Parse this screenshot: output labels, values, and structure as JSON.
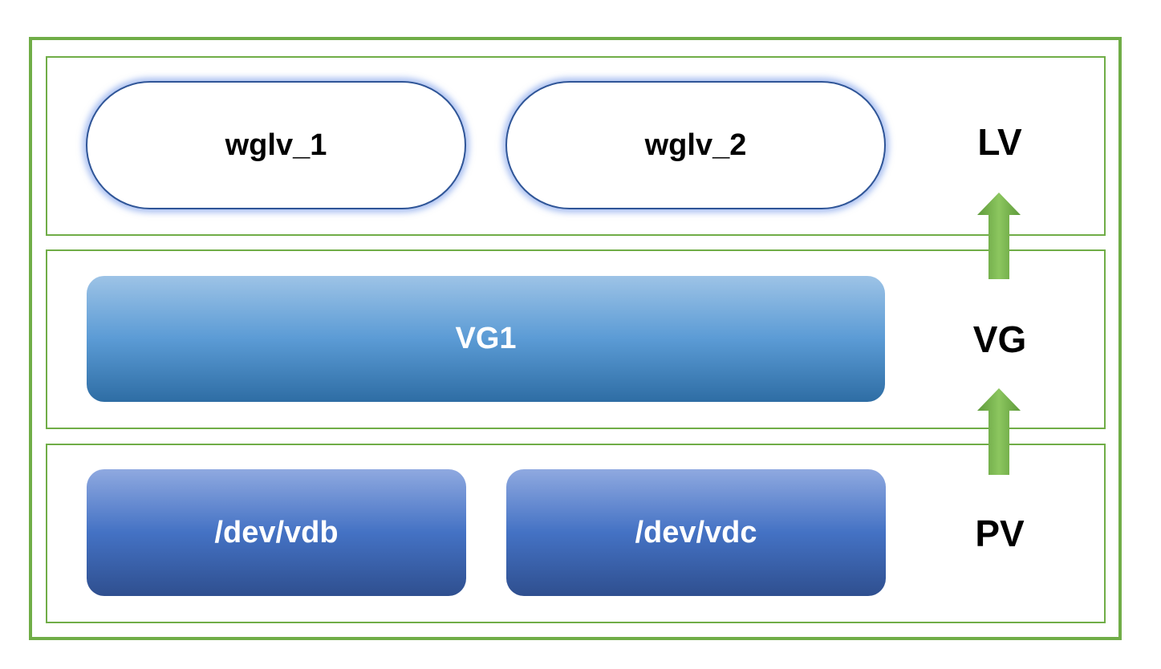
{
  "layers": {
    "lv": {
      "label": "LV",
      "volumes": [
        "wglv_1",
        "wglv_2"
      ]
    },
    "vg": {
      "label": "VG",
      "groups": [
        "VG1"
      ]
    },
    "pv": {
      "label": "PV",
      "devices": [
        "/dev/vdb",
        "/dev/vdc"
      ]
    }
  },
  "colors": {
    "frame": "#70ad47",
    "arrow": "#70ad47",
    "lv_border": "#2f5597",
    "vg_fill": "#5b9bd5",
    "pv_fill": "#4472c4"
  },
  "arrows": [
    "up-arrow-icon",
    "up-arrow-icon"
  ]
}
